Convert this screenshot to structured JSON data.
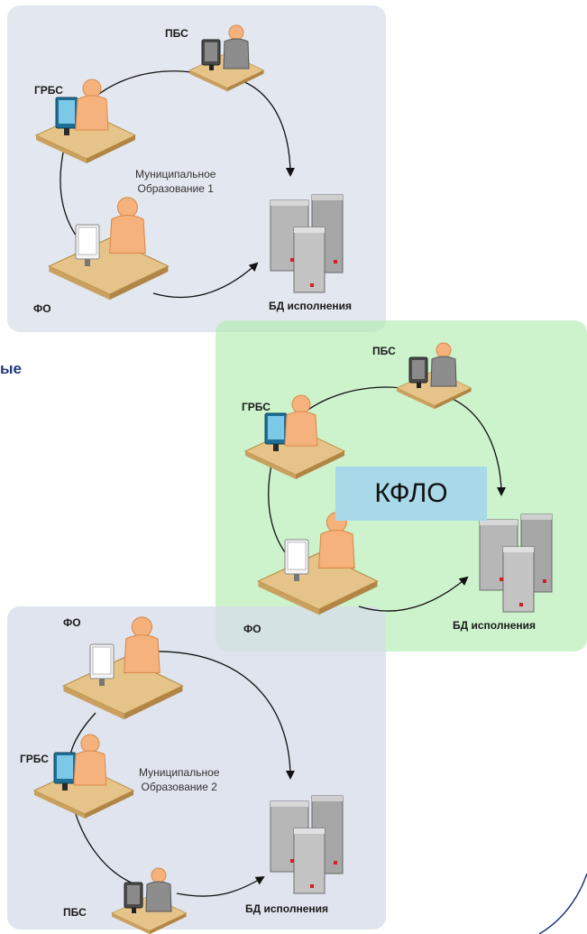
{
  "diagram_1": {
    "label_pbs": "ПБС",
    "label_grbs": "ГРБС",
    "label_fo": "ФО",
    "label_db": "БД исполнения",
    "title_line1": "Муниципальное",
    "title_line2": "Образование 1"
  },
  "diagram_2": {
    "label_pbs": "ПБС",
    "label_grbs": "ГРБС",
    "label_fo": "ФО",
    "label_db": "БД исполнения",
    "box_label": "КФЛО"
  },
  "diagram_3": {
    "label_fo": "ФО",
    "label_grbs": "ГРБС",
    "label_pbs": "ПБС",
    "label_db": "БД исполнения",
    "title_line1": "Муниципальное",
    "title_line2": "Образование 2"
  },
  "side_text": "ые"
}
